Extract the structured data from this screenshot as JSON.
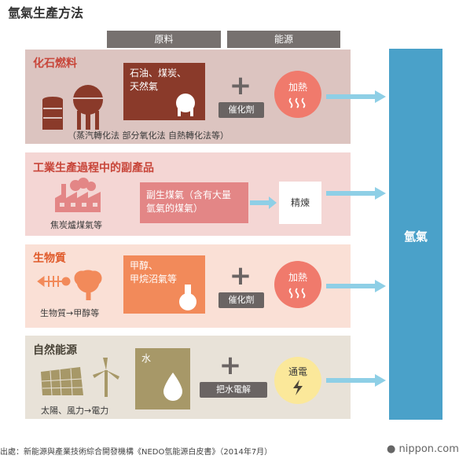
{
  "title": "氫氣生產方法",
  "columns": {
    "source": "原料",
    "energy": "能源"
  },
  "target_label": "氫氣",
  "sections": {
    "fossil": {
      "title": "化石燃料",
      "materials": "石油、煤炭、\n天然氣",
      "process": "（蒸汽轉化法  部分氧化法  自熱轉化法等）",
      "catalyst": "催化劑",
      "energy": "加熱",
      "colors": {
        "title": "#c8463a",
        "box": "#8a3a2a",
        "energy": "#f07a6c"
      }
    },
    "industrial": {
      "title": "工業生產過程中的副產品",
      "caption": "焦炭爐煤氣等",
      "materials": "副生煤氣（含有大量\n氫氣的煤氣）",
      "refine": "精煉",
      "colors": {
        "title": "#c8463a",
        "box": "#e38686"
      }
    },
    "biomass": {
      "title": "生物質",
      "caption": "生物質→甲醇等",
      "materials": "甲醇、\n甲烷沼氣等",
      "catalyst": "催化劑",
      "energy": "加熱",
      "colors": {
        "title": "#e05a2a",
        "box": "#f28a5a",
        "energy": "#f07a6c"
      }
    },
    "renewable": {
      "title": "自然能源",
      "caption": "太陽、風力→電力",
      "materials": "水",
      "process": "把水電解",
      "energy": "通電",
      "colors": {
        "title": "#4a4438",
        "box": "#a79868",
        "energy": "#fbe89a"
      }
    }
  },
  "footer": "出處：新能源與產業技術綜合開發機構《NEDO氫能源白皮書》（2014年7月）",
  "brand": "nippon.com"
}
